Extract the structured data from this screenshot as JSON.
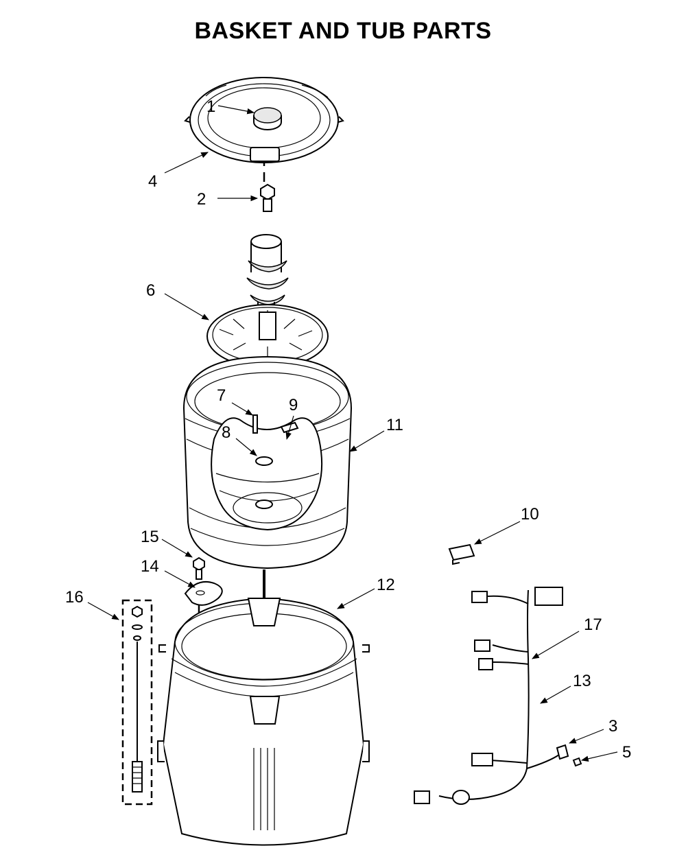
{
  "title": "BASKET AND TUB PARTS",
  "callouts": [
    {
      "id": "c1",
      "label": "1"
    },
    {
      "id": "c2",
      "label": "2"
    },
    {
      "id": "c3",
      "label": "3"
    },
    {
      "id": "c4",
      "label": "4"
    },
    {
      "id": "c5",
      "label": "5"
    },
    {
      "id": "c6",
      "label": "6"
    },
    {
      "id": "c7",
      "label": "7"
    },
    {
      "id": "c8",
      "label": "8"
    },
    {
      "id": "c9",
      "label": "9"
    },
    {
      "id": "c10",
      "label": "10"
    },
    {
      "id": "c11",
      "label": "11"
    },
    {
      "id": "c12",
      "label": "12"
    },
    {
      "id": "c13",
      "label": "13"
    },
    {
      "id": "c14",
      "label": "14"
    },
    {
      "id": "c15",
      "label": "15"
    },
    {
      "id": "c16",
      "label": "16"
    },
    {
      "id": "c17",
      "label": "17"
    }
  ]
}
